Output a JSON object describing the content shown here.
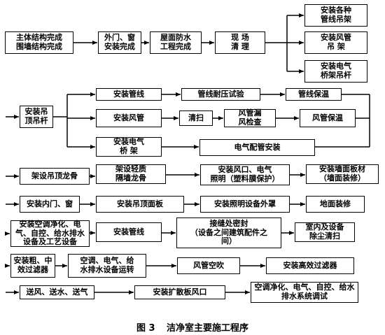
{
  "caption": {
    "figure": "图 3",
    "title": "洁净室主要施工程序"
  },
  "boxes": {
    "b1": [
      "主体结构完成",
      "围墙结构完成"
    ],
    "b2": [
      "外门、窗",
      "安装完成"
    ],
    "b3": [
      "屋面防水",
      "工程完成"
    ],
    "b4": [
      "现    场",
      "清    理"
    ],
    "b5": [
      "安装各种",
      "管线吊架"
    ],
    "b6": [
      "安装风管",
      "吊    架"
    ],
    "b7": [
      "安装电气",
      "桥架吊杆"
    ],
    "b8": [
      "安装吊",
      "顶吊杆"
    ],
    "b9": [
      "安装管线"
    ],
    "b10": [
      "管线耐压试验"
    ],
    "b11": [
      "管线保温"
    ],
    "b12": [
      "安装风管"
    ],
    "b13": [
      "清扫"
    ],
    "b14": [
      "风管漏",
      "风检查"
    ],
    "b15": [
      "风管保温"
    ],
    "b16": [
      "安装电气",
      "桥    架"
    ],
    "b17": [
      "电气配管安装"
    ],
    "b18": [
      "架设吊顶龙骨"
    ],
    "b19": [
      "架设轻质",
      "隔墙龙骨"
    ],
    "b20": [
      "安装风口、电气",
      "照明（塑料膜保护）"
    ],
    "b21": [
      "安装墙面板材",
      "（墙面装修）"
    ],
    "b22": [
      "安装内门、窗"
    ],
    "b23": [
      "安装吊顶面板"
    ],
    "b24": [
      "安装照明设备外罩"
    ],
    "b25": [
      "地面装修"
    ],
    "b26": [
      "安装空调净化、电",
      "气、自控、给水排水",
      "设备及工艺设备"
    ],
    "b27": [
      "安装管线"
    ],
    "b28": [
      "接缝处密封",
      "（设备之间建筑配件之",
      "间）"
    ],
    "b29": [
      "室内及设备",
      "除尘清扫"
    ],
    "b30": [
      "安装粗、中",
      "效过滤器"
    ],
    "b31": [
      "空调、电气、给",
      "水排水设备运转"
    ],
    "b32": [
      "风管空吹"
    ],
    "b33": [
      "安装高效过滤器"
    ],
    "b34": [
      "送风、送水、送气"
    ],
    "b35": [
      "安装扩散板风口"
    ],
    "b36": [
      "空调净化、电气、自控、给水",
      "排水系统调试"
    ]
  }
}
